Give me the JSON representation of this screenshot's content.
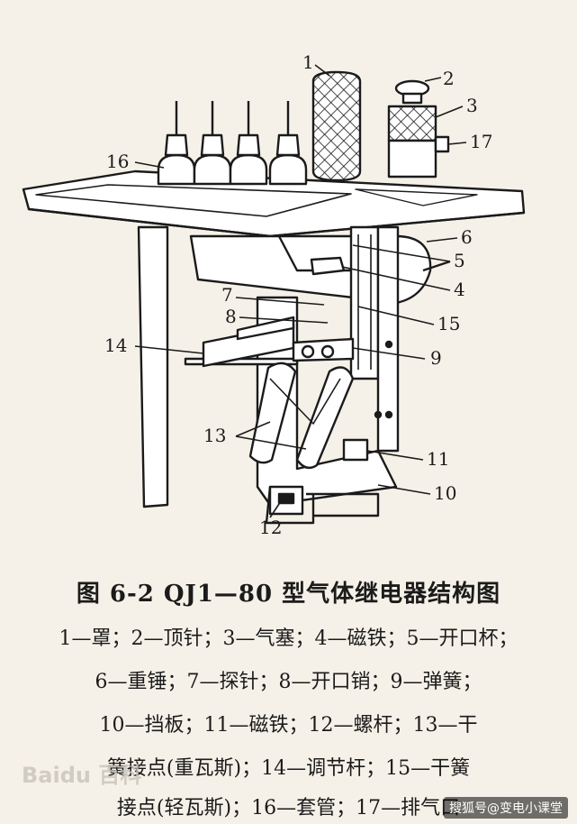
{
  "figure": {
    "callouts": [
      "1",
      "2",
      "3",
      "17",
      "16",
      "6",
      "5",
      "4",
      "7",
      "8",
      "15",
      "14",
      "9",
      "13",
      "11",
      "10",
      "12"
    ],
    "title": "图 6-2   QJ1—80 型气体继电器结构图",
    "legend_lines": [
      "1—罩；2—顶针；3—气塞；4—磁铁；5—开口杯；",
      "6—重锤；7—探针；8—开口销；9—弹簧；",
      "10—挡板；11—磁铁；12—螺杆；13—干",
      "簧接点(重瓦斯)；14—调节杆；15—干簧",
      "接点(轻瓦斯)；16—套管；17—排气口"
    ]
  },
  "watermarks": {
    "left": "Baidu 百科",
    "right": "搜狐号@变电小课堂"
  }
}
